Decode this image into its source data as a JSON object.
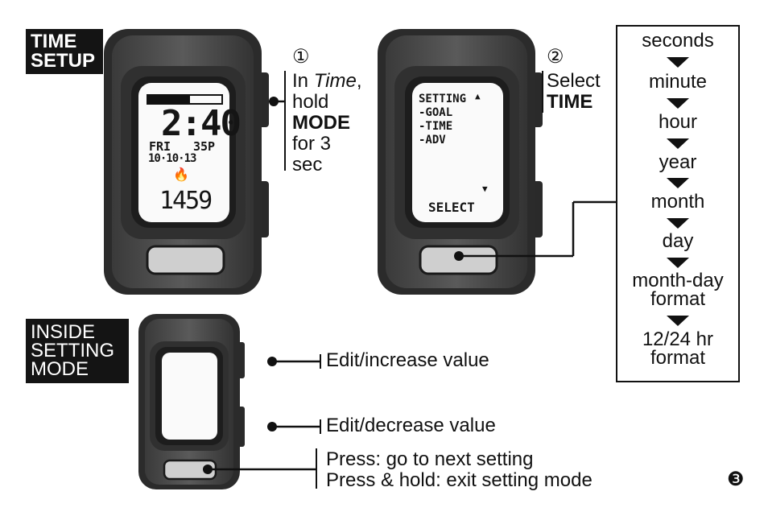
{
  "section_time_setup": {
    "line1": "TIME",
    "line2": "SETUP"
  },
  "section_inside": {
    "line1": "INSIDE",
    "line2": "SETTING",
    "line3": "MODE"
  },
  "step1": {
    "number": "①",
    "line1": "In ",
    "line1_italic": "Time",
    "line1_end": ",",
    "line2": "hold",
    "line3": "MODE",
    "line4": "for 3",
    "line5": "sec"
  },
  "step2": {
    "number": "②",
    "line1": "Select",
    "line2": "TIME"
  },
  "watch1": {
    "time": "2:40",
    "day": "FRI",
    "temp": "35P",
    "date": "10·10·13",
    "calories": "1459",
    "flame": "🔥"
  },
  "watch2": {
    "menu_title": "SETTING",
    "items": [
      "-GOAL",
      "-TIME",
      "-ADV"
    ],
    "action": "SELECT",
    "up_arrow": "▲",
    "down_arrow": "▼"
  },
  "sequence": [
    "seconds",
    "minute",
    "hour",
    "year",
    "month",
    "day",
    "month-day\nformat",
    "12/24 hr\nformat"
  ],
  "inside_labels": {
    "increase": "Edit/increase value",
    "decrease": "Edit/decrease value",
    "press": "Press: go to next setting",
    "hold": "Press & hold: exit setting mode"
  },
  "page_number": "❸"
}
